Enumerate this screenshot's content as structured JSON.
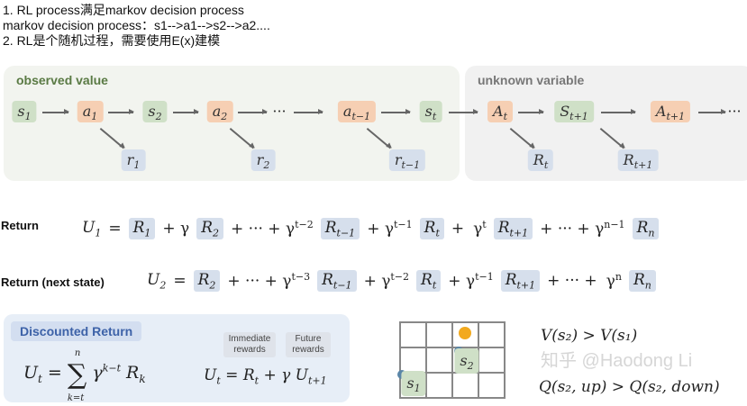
{
  "notes": [
    "1. RL process满足markov decision process",
    "markov decision process：s1-->a1-->s2-->a2....",
    "2. RL是个随机过程，需要使用E(x)建模"
  ],
  "observed": {
    "title": "observed value",
    "title_color": "#5a7a44",
    "nodes": [
      {
        "b": "s",
        "sub": "1",
        "k": "s"
      },
      {
        "b": "a",
        "sub": "1",
        "k": "a"
      },
      {
        "b": "s",
        "sub": "2",
        "k": "s"
      },
      {
        "b": "a",
        "sub": "2",
        "k": "a"
      },
      {
        "b": "···",
        "sub": "",
        "k": "none"
      },
      {
        "b": "a",
        "sub": "t−1",
        "k": "a"
      },
      {
        "b": "s",
        "sub": "t",
        "k": "s"
      }
    ],
    "rewards": [
      {
        "b": "r",
        "sub": "1"
      },
      {
        "b": "r",
        "sub": "2"
      },
      {
        "b": "r",
        "sub": "t−1"
      }
    ]
  },
  "unknown": {
    "title": "unknown variable",
    "title_color": "#777777",
    "nodes": [
      {
        "b": "A",
        "sub": "t",
        "k": "a"
      },
      {
        "b": "S",
        "sub": "t+1",
        "k": "s"
      },
      {
        "b": "A",
        "sub": "t+1",
        "k": "a"
      },
      {
        "b": "···",
        "sub": "",
        "k": "none"
      }
    ],
    "rewards": [
      {
        "b": "R",
        "sub": "t"
      },
      {
        "b": "R",
        "sub": "t+1"
      }
    ]
  },
  "return_row": {
    "label": "Return",
    "tokens": [
      {
        "b": "U",
        "sub": "1"
      },
      {
        "b": "=",
        "op": true
      },
      {
        "b": "R",
        "sub": "1",
        "box": true
      },
      {
        "b": "+ γ",
        "op": true
      },
      {
        "b": "R",
        "sub": "2",
        "box": true
      },
      {
        "b": "+ ··· + γ",
        "sup": "t−2",
        "op": true
      },
      {
        "b": "R",
        "sub": "t−1",
        "box": true
      },
      {
        "b": "+ γ",
        "sup": "t−1",
        "op": true
      },
      {
        "b": "R",
        "sub": "t",
        "box": true
      },
      {
        "b": "+",
        "op": true
      },
      {
        "b": "γ",
        "sup": "t",
        "op": true
      },
      {
        "b": "R",
        "sub": "t+1",
        "box": true
      },
      {
        "b": "+ ··· + γ",
        "sup": "n−1",
        "op": true
      },
      {
        "b": "R",
        "sub": "n",
        "box": true
      }
    ]
  },
  "return_next_row": {
    "label": "Return (next state)",
    "tokens": [
      {
        "b": "U",
        "sub": "2"
      },
      {
        "b": "=",
        "op": true
      },
      {
        "b": "R",
        "sub": "2",
        "box": true
      },
      {
        "b": "+ ··· + γ",
        "sup": "t−3",
        "op": true
      },
      {
        "b": "R",
        "sub": "t−1",
        "box": true
      },
      {
        "b": "+ γ",
        "sup": "t−2",
        "op": true
      },
      {
        "b": "R",
        "sub": "t",
        "box": true
      },
      {
        "b": "+ γ",
        "sup": "t−1",
        "op": true
      },
      {
        "b": "R",
        "sub": "t+1",
        "box": true
      },
      {
        "b": "+ ··· +",
        "op": true
      },
      {
        "b": "γ",
        "sup": "n",
        "op": true
      },
      {
        "b": "R",
        "sub": "n",
        "box": true
      }
    ]
  },
  "discounted": {
    "title": "Discounted Return",
    "tag_immediate": "Immediate rewards",
    "tag_future": "Future rewards",
    "formula1": {
      "lhs": "U",
      "lhs_sub": "t",
      "eq": "=",
      "sum_top": "n",
      "sum": "∑",
      "sum_bottom": "k=t",
      "gamma": "γ",
      "gamma_sup": "k−t",
      "r": "R",
      "r_sub": "k"
    },
    "formula2": {
      "lhs": "U",
      "lhs_sub": "t",
      "eq": "=",
      "r": "R",
      "r_sub": "t",
      "plus": "+ γ",
      "u": "U",
      "u_sub": "t+1"
    }
  },
  "gridworld": {
    "state1": "s1",
    "state2": "s2",
    "coin_color": "#f2a91e"
  },
  "value_text": "V(s₂) > V(s₁)",
  "q_text": "Q(s₂, up) > Q(s₂, down)",
  "watermark": "知乎 @Haodong Li"
}
